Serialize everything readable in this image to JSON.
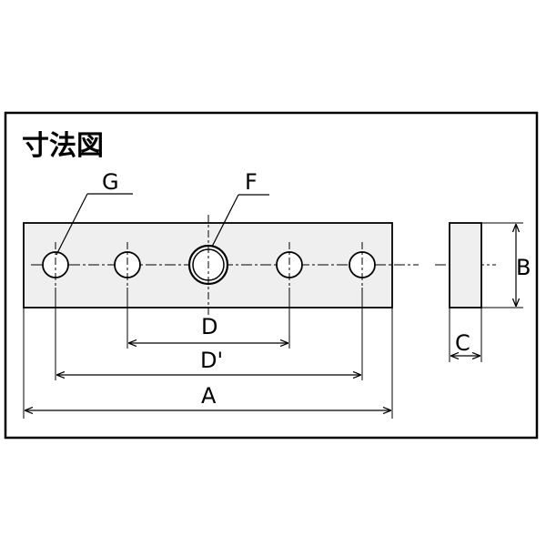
{
  "title": "寸法図",
  "labels": {
    "thread_hole": "G",
    "center_tap": "F",
    "inner_pitch": "D",
    "outer_pitch": "D'",
    "overall_length": "A",
    "height": "B",
    "thickness": "C"
  },
  "colors": {
    "line": "#000000",
    "plate_fill": "#efefef",
    "background": "#ffffff"
  }
}
